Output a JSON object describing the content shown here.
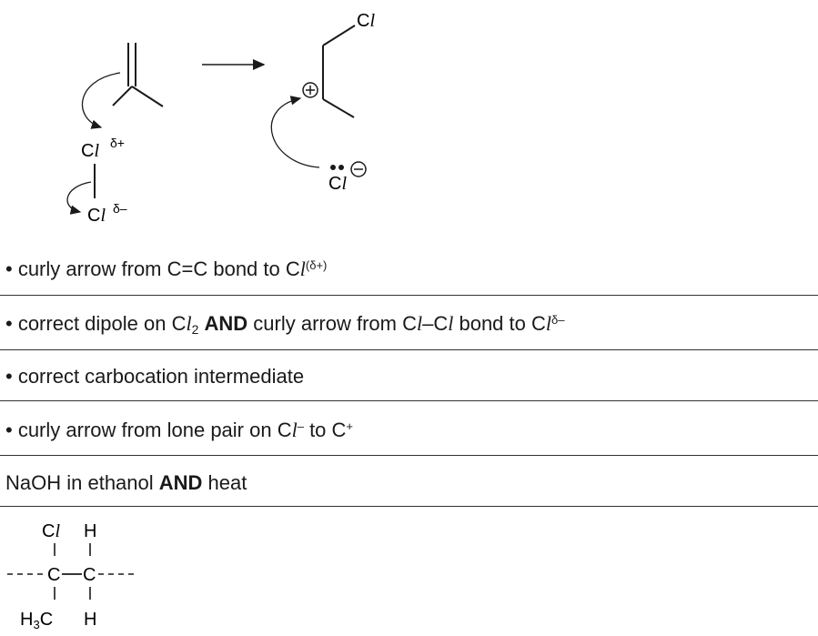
{
  "mechanism": {
    "reactant_cl_top": "Cl",
    "reactant_cl_top_charge": "δ+",
    "reactant_cl_bottom": "Cl",
    "reactant_cl_bottom_charge": "δ–",
    "product_cl": "Cl",
    "anion_cl": "Cl"
  },
  "marks": [
    {
      "pre": "• curly arrow from C=C bond to C",
      "ital": "l",
      "sup": "(δ+)",
      "bold": "",
      "post": ""
    },
    {
      "pre": "• correct dipole on C",
      "ital": "l",
      "sub": "2",
      "bold": "AND",
      "post2_pre": " curly arrow from C",
      "ital2": "l",
      "mid": "–C",
      "ital3": "l",
      "post2": " bond to C",
      "ital4": "l",
      "sup": "δ–"
    },
    {
      "pre": "• correct carbocation intermediate"
    },
    {
      "pre": "• curly arrow from lone pair on C",
      "ital": "l",
      "sup_minus": "–",
      "post": " to C",
      "sup_plus": "+"
    },
    {
      "pre": "NaOH in ethanol ",
      "bold": "AND",
      "post": " heat"
    }
  ],
  "fragment": {
    "cl": "Cl",
    "h_top": "H",
    "c1": "C",
    "c2": "C",
    "h3c": "H3C",
    "h_bottom": "H"
  }
}
